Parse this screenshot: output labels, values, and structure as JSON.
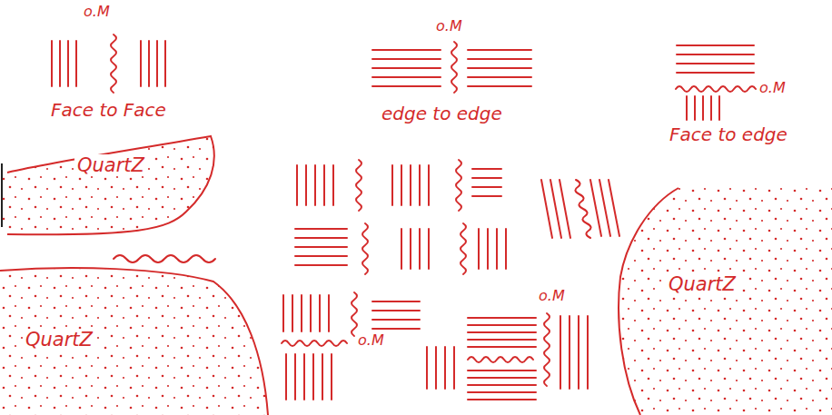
{
  "diagram": {
    "nodes": [
      {
        "text": [
          "QuartZ"
        ]
      },
      {
        "text": [
          "QuartZ"
        ]
      },
      {
        "text": [
          "QuartZ"
        ]
      }
    ],
    "labels": [
      "o.M",
      "o.M",
      "Face to Face",
      "edge to edge",
      "o.M",
      "Face to edge",
      "o.M",
      "o.M"
    ]
  }
}
